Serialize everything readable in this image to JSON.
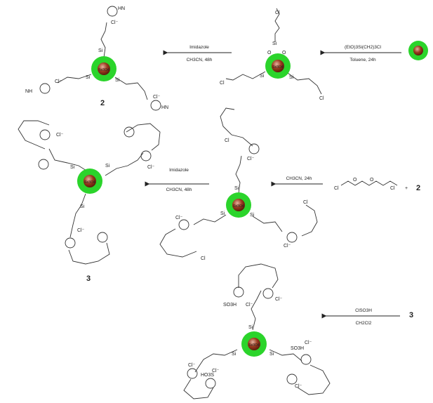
{
  "colors": {
    "shell": "#2bd42b",
    "core": "#9a3a1e",
    "core_highlight": "#e4b3a0"
  },
  "core_label": "Fe3O4",
  "steps": [
    {
      "reagent": "(EtO)3Si(CH2)3Cl",
      "conditions": "Toluene, 24h"
    },
    {
      "reagent": "Imidazole",
      "conditions": "CH3CN, 48h"
    },
    {
      "reagent": "CH3CN, 24h",
      "conditions": ""
    },
    {
      "reagent": "Imidazole",
      "conditions": "CH3CN, 48h"
    },
    {
      "reagent": "ClSO3H",
      "conditions": "CH2Cl2"
    }
  ],
  "compounds": {
    "c2": "2",
    "c3": "3",
    "plus": "+"
  },
  "reagent_chain": "Cl-CH2CH2-O-CH2CH2-O-CH2CH2-Cl",
  "atoms": {
    "cl": "Cl",
    "cl_minus": "Cl⁻",
    "si": "Si",
    "o": "O",
    "n": "N",
    "hn": "HN",
    "nh": "NH",
    "so3h": "SO3H",
    "hso3": "HO3S"
  }
}
